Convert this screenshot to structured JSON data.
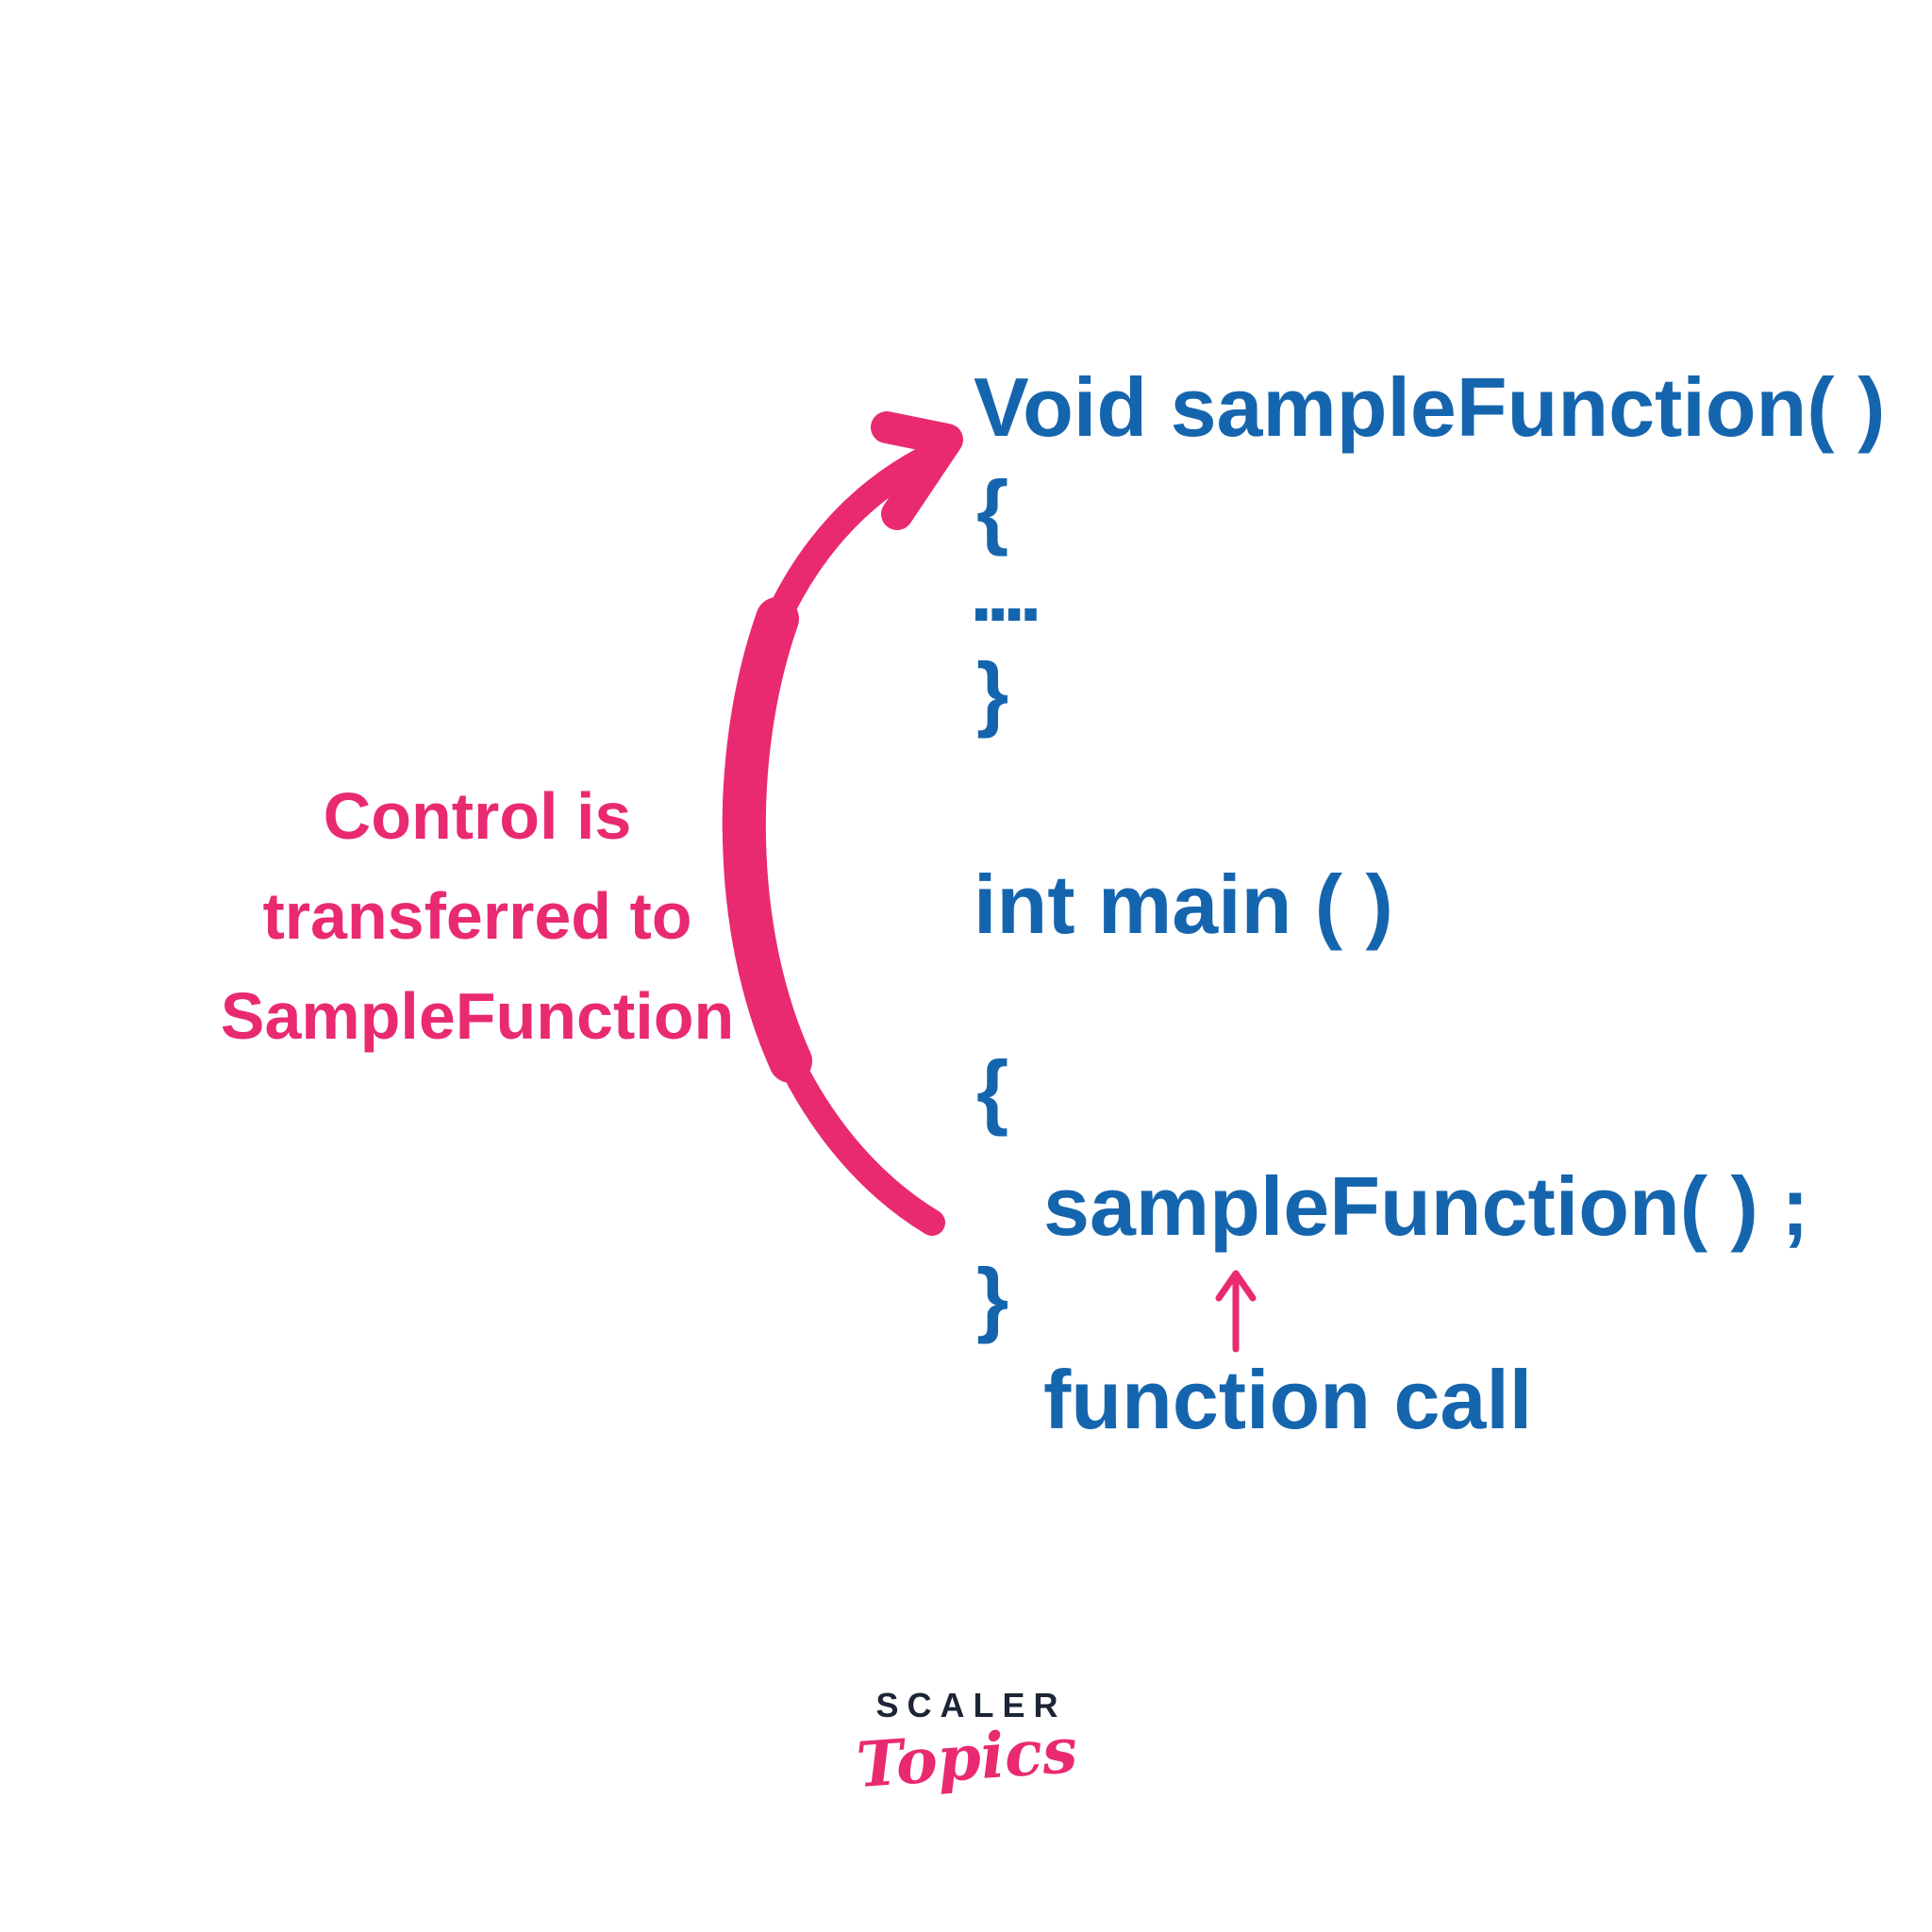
{
  "colors": {
    "code_blue": "#1565AE",
    "accent_pink": "#E92A70",
    "logo_dark": "#1C2536",
    "background": "#FFFFFF"
  },
  "code": {
    "declaration": "Void sampleFunction( )",
    "open_brace_sample": "{",
    "body_dots": "....",
    "close_brace_sample": "}",
    "main_declaration": "int main ( )",
    "open_brace_main": "{",
    "call_statement": "sampleFunction( ) ;",
    "close_brace_main": "}",
    "call_caption": "function call"
  },
  "annotation": {
    "line1": "Control is",
    "line2": "transferred to",
    "line3": "SampleFunction"
  },
  "logo": {
    "brand": "SCALER",
    "product": "Topics"
  }
}
